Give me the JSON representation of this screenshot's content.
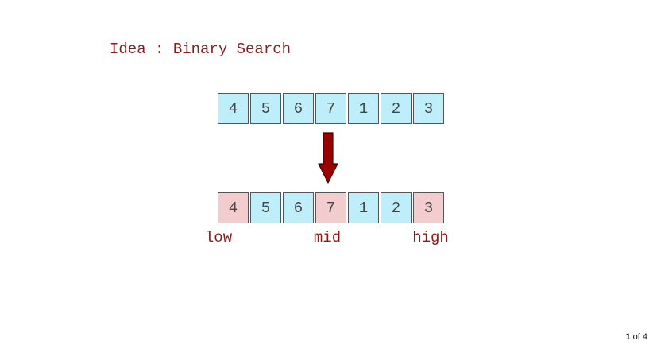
{
  "title": "Idea : Binary Search",
  "top_array": [
    "4",
    "5",
    "6",
    "7",
    "1",
    "2",
    "3"
  ],
  "bottom_array": [
    "4",
    "5",
    "6",
    "7",
    "1",
    "2",
    "3"
  ],
  "highlighted_indices": [
    0,
    3,
    6
  ],
  "labels": {
    "low": "low",
    "mid": "mid",
    "high": "high"
  },
  "pager": {
    "current": "1",
    "of": "of",
    "total": "4"
  },
  "colors": {
    "cell": "#bfeefb",
    "highlight": "#f3cdcd",
    "text_accent": "#8b1a1a",
    "arrow": "#9b0000"
  }
}
